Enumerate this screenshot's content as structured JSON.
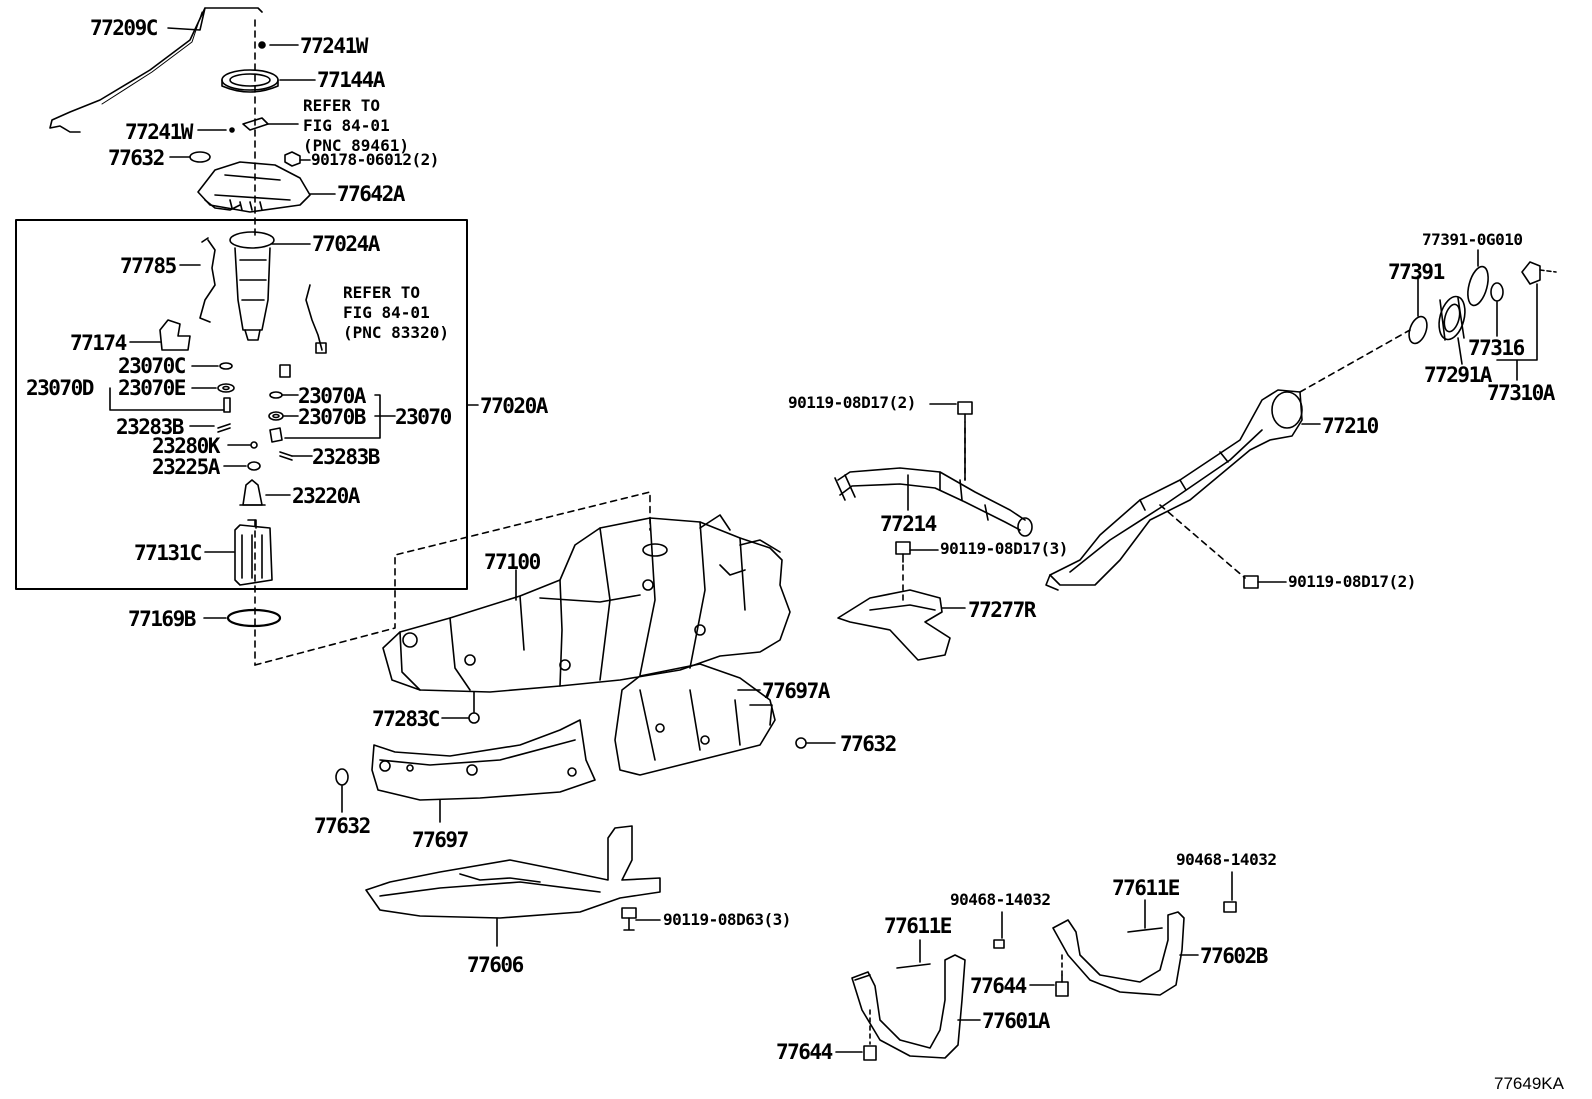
{
  "labels": {
    "p77209C": "77209C",
    "p77241W_top": "77241W",
    "p77144A": "77144A",
    "p77241W_mid": "77241W",
    "p77632_top": "77632",
    "p90178": "90178-06012(2)",
    "p77642A": "77642A",
    "p77024A": "77024A",
    "p77785": "77785",
    "p77174": "77174",
    "p23070C": "23070C",
    "p23070D": "23070D",
    "p23070E": "23070E",
    "p23283B_left": "23283B",
    "p23280K": "23280K",
    "p23225A": "23225A",
    "p23070A": "23070A",
    "p23070B": "23070B",
    "p23070": "23070",
    "p23283B_right": "23283B",
    "p23220A": "23220A",
    "p77131C": "77131C",
    "p77020A": "77020A",
    "p77169B": "77169B",
    "p77100": "77100",
    "p77283C": "77283C",
    "p77632_mid": "77632",
    "p77697A": "77697A",
    "p77632_bottom": "77632",
    "p77697": "77697",
    "p77606": "77606",
    "p90119_08D63": "90119-08D63(3)",
    "p90119_08D17_a": "90119-08D17(2)",
    "p77214": "77214",
    "p90119_08D17_b": "90119-08D17(3)",
    "p77277R": "77277R",
    "p77210": "77210",
    "p90119_08D17_c": "90119-08D17(2)",
    "p77391_0G010": "77391-0G010",
    "p77391": "77391",
    "p77316": "77316",
    "p77291A": "77291A",
    "p77310A": "77310A",
    "p90468_a": "90468-14032",
    "p90468_b": "90468-14032",
    "p77611E_a": "77611E",
    "p77611E_b": "77611E",
    "p77644_a": "77644",
    "p77644_b": "77644",
    "p77602B": "77602B",
    "p77601A": "77601A"
  },
  "refer_notes": {
    "upper": {
      "line1": "REFER TO",
      "line2": "FIG 84-01",
      "line3": "(PNC 89461)"
    },
    "lower": {
      "line1": "REFER TO",
      "line2": "FIG 84-01",
      "line3": "(PNC 83320)"
    }
  },
  "drawing_id": "77649KA"
}
